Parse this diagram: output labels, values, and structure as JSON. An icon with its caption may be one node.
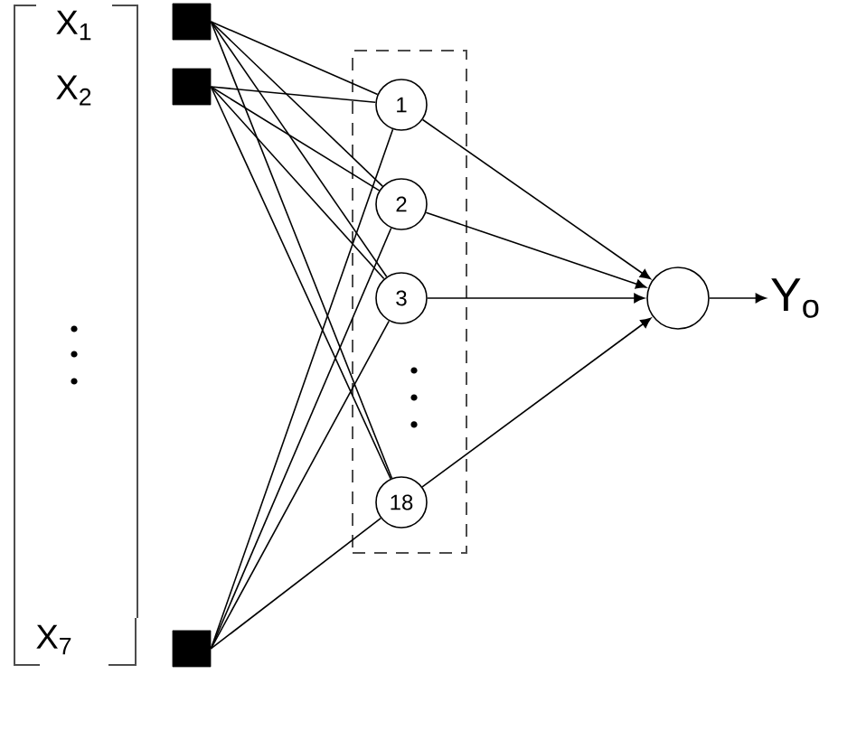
{
  "diagram": {
    "nodes": [
      {
        "text": [],
        "shape": "box"
      },
      {
        "text": [],
        "shape": "box"
      },
      {
        "text": [],
        "shape": "box"
      },
      {
        "text": [],
        "shape": "box"
      },
      {
        "text": [
          "1"
        ],
        "in": 3
      },
      {
        "text": [
          "2"
        ],
        "in": 3
      },
      {
        "text": [
          "3"
        ],
        "in": 3
      },
      {
        "text": [
          "18"
        ],
        "in": 3
      },
      {
        "text": [],
        "shape": "circle"
      },
      {
        "text": [
          "Y$_{o}$"
        ]
      }
    ],
    "edges": [
      {
        "from": 0,
        "to": 4,
        "arrow": "none"
      },
      {
        "from": 0,
        "to": 5,
        "arrow": "none"
      },
      {
        "from": 0,
        "to": 6,
        "arrow": "none"
      },
      {
        "from": 0,
        "to": 7,
        "arrow": "none"
      },
      {
        "from": 1,
        "to": 4,
        "arrow": "none"
      },
      {
        "from": 1,
        "to": 5,
        "arrow": "none"
      },
      {
        "from": 1,
        "to": 6,
        "arrow": "none"
      },
      {
        "from": 1,
        "to": 7,
        "arrow": "none"
      },
      {
        "from": 2,
        "to": 4,
        "arrow": "none"
      },
      {
        "from": 2,
        "to": 5,
        "arrow": "none"
      },
      {
        "from": 2,
        "to": 6,
        "arrow": "none"
      },
      {
        "from": 2,
        "to": 7,
        "arrow": "none"
      },
      {
        "from": 4,
        "to": 8,
        "arrow": "to"
      },
      {
        "from": 5,
        "to": 8,
        "arrow": "to"
      },
      {
        "from": 6,
        "to": 8,
        "arrow": "to"
      },
      {
        "from": 7,
        "to": 8,
        "arrow": "to"
      },
      {
        "from": 8,
        "to": 9,
        "arrow": "to"
      }
    ],
    "labels": [
      "X$_{1}$",
      "X$_{2}$",
      "X$_{7}$"
    ]
  }
}
